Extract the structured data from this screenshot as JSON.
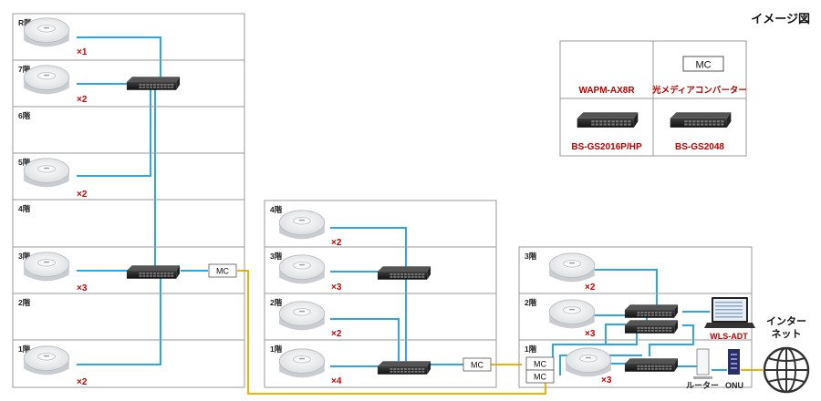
{
  "title": "イメージ図",
  "colors": {
    "lan": "#2ea7e0",
    "fiber": "#f0b400",
    "count": "#d40000",
    "legend_text": "#c00000",
    "border": "#9a9a9a"
  },
  "buildings": [
    {
      "floors": [
        {
          "label": "R階",
          "count": "×1"
        },
        {
          "label": "7階",
          "count": "×2"
        },
        {
          "label": "6階",
          "count": ""
        },
        {
          "label": "5階",
          "count": "×2"
        },
        {
          "label": "4階",
          "count": ""
        },
        {
          "label": "3階",
          "count": "×3"
        },
        {
          "label": "2階",
          "count": ""
        },
        {
          "label": "1階",
          "count": "×2"
        }
      ]
    },
    {
      "floors": [
        {
          "label": "4階",
          "count": "×2"
        },
        {
          "label": "3階",
          "count": "×3"
        },
        {
          "label": "2階",
          "count": "×2"
        },
        {
          "label": "1階",
          "count": "×4"
        }
      ]
    },
    {
      "floors": [
        {
          "label": "3階",
          "count": "×2"
        },
        {
          "label": "2階",
          "count": "×3"
        },
        {
          "label": "1階",
          "count": "×3"
        }
      ]
    }
  ],
  "mc_label": "MC",
  "devices": {
    "monitor_label": "WLS-ADT",
    "router_label": "ルーター",
    "onu_label": "ONU",
    "internet_label_1": "インター",
    "internet_label_2": "ネット"
  },
  "legend": {
    "ap": "WAPM-AX8R",
    "mc_box": "MC",
    "mc": "光メディアコンバーター",
    "sw1": "BS-GS2016P/HP",
    "sw2": "BS-GS2048"
  }
}
